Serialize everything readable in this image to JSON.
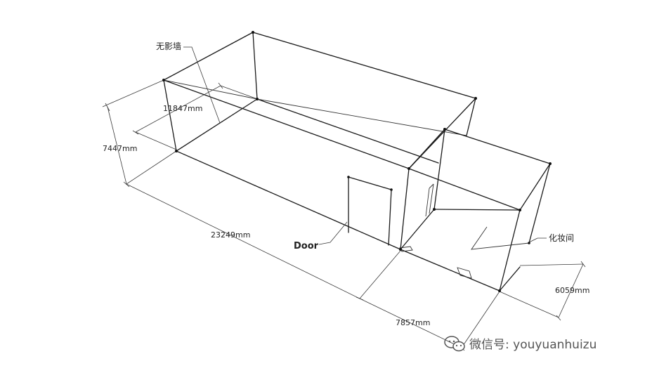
{
  "labels": {
    "shadowless_wall": "无影墙",
    "depth": "11847mm",
    "height": "7447mm",
    "length": "23249mm",
    "door": "Door",
    "makeup_room": "化妆间",
    "small_width": "7857mm",
    "small_depth": "6059mm"
  },
  "watermark": {
    "text": "微信号: youyuanhuizu",
    "icon": "wechat-icon"
  },
  "colors": {
    "line": "#1a1a1a",
    "watermark": "#555555"
  }
}
